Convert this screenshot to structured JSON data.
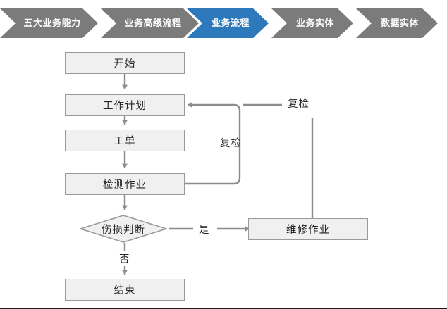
{
  "breadcrumb": {
    "active_color": "#2E79BC",
    "inactive_color": "#7B7B7B",
    "text_color": "#FFFFFF",
    "items": [
      {
        "label": "五大业务能力",
        "active": false
      },
      {
        "label": "业务高级流程",
        "active": false
      },
      {
        "label": "业务流程",
        "active": true
      },
      {
        "label": "业务实体",
        "active": false
      },
      {
        "label": "数据实体",
        "active": false
      }
    ]
  },
  "flowchart": {
    "type": "diagram",
    "node_fill": "#F0F0F0",
    "node_border": "#9A9A9A",
    "connector_color": "#8C8C8C",
    "text_color": "#262626",
    "nodes": [
      {
        "id": "start",
        "label": "开始",
        "shape": "rect"
      },
      {
        "id": "work_plan",
        "label": "工作计划",
        "shape": "rect"
      },
      {
        "id": "work_order",
        "label": "工单",
        "shape": "rect"
      },
      {
        "id": "inspection",
        "label": "检测作业",
        "shape": "rect"
      },
      {
        "id": "damage",
        "label": "伤损判断",
        "shape": "diamond"
      },
      {
        "id": "repair",
        "label": "维修作业",
        "shape": "rect"
      },
      {
        "id": "end",
        "label": "结束",
        "shape": "rect"
      }
    ],
    "edge_labels": [
      {
        "id": "recheck_inspection",
        "label": "复检"
      },
      {
        "id": "recheck_repair",
        "label": "复检"
      },
      {
        "id": "yes",
        "label": "是"
      },
      {
        "id": "no",
        "label": "否"
      }
    ]
  }
}
